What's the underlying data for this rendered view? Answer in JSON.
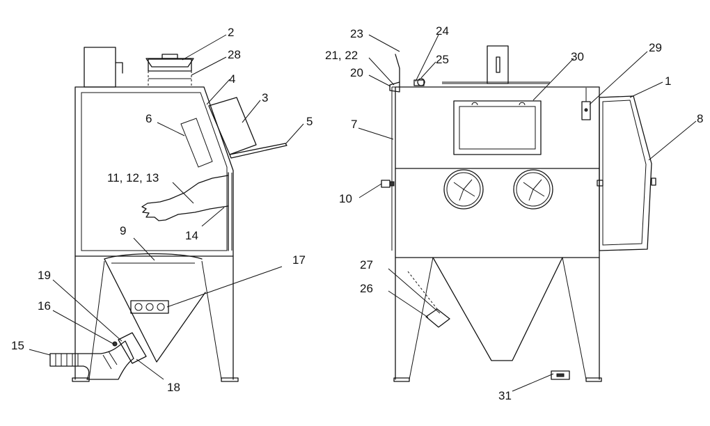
{
  "callouts": {
    "c1": "1",
    "c2": "2",
    "c3": "3",
    "c4": "4",
    "c5": "5",
    "c6": "6",
    "c7": "7",
    "c8": "8",
    "c9": "9",
    "c10": "10",
    "c11_13": "11, 12, 13",
    "c14": "14",
    "c15": "15",
    "c16": "16",
    "c17": "17",
    "c18": "18",
    "c19": "19",
    "c20": "20",
    "c21_22": "21, 22",
    "c23": "23",
    "c24": "24",
    "c25": "25",
    "c26": "26",
    "c27": "27",
    "c28": "28",
    "c29": "29",
    "c30": "30",
    "c31": "31"
  }
}
